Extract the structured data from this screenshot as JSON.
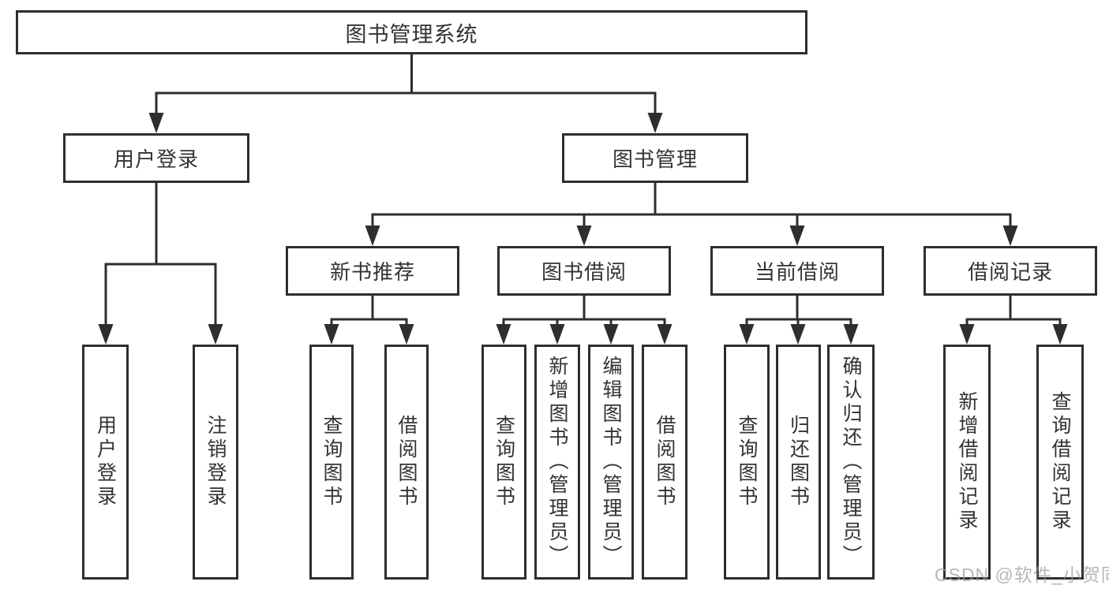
{
  "nodes": {
    "root": "图书管理系统",
    "user_login": "用户登录",
    "book_mgmt": "图书管理",
    "l3": [
      "新书推荐",
      "图书借阅",
      "当前借阅",
      "借阅记录"
    ],
    "leaves_login": [
      "用户登录",
      "注销登录"
    ],
    "leaves_recommend": [
      "查询图书",
      "借阅图书"
    ],
    "leaves_borrow": [
      "查询图书",
      "新增图书（管理员）",
      "编辑图书（管理员）",
      "借阅图书"
    ],
    "leaves_current": [
      "查询图书",
      "归还图书",
      "确认归还（管理员）"
    ],
    "leaves_records": [
      "新增借阅记录",
      "查询借阅记录"
    ]
  },
  "watermark": "CSDN @软件_小贺同学",
  "colors": {
    "line": "#2e2e2e",
    "box_border": "#2e2e2e",
    "text": "#333333",
    "watermark": "#9c9c9c",
    "background": "#ffffff"
  }
}
